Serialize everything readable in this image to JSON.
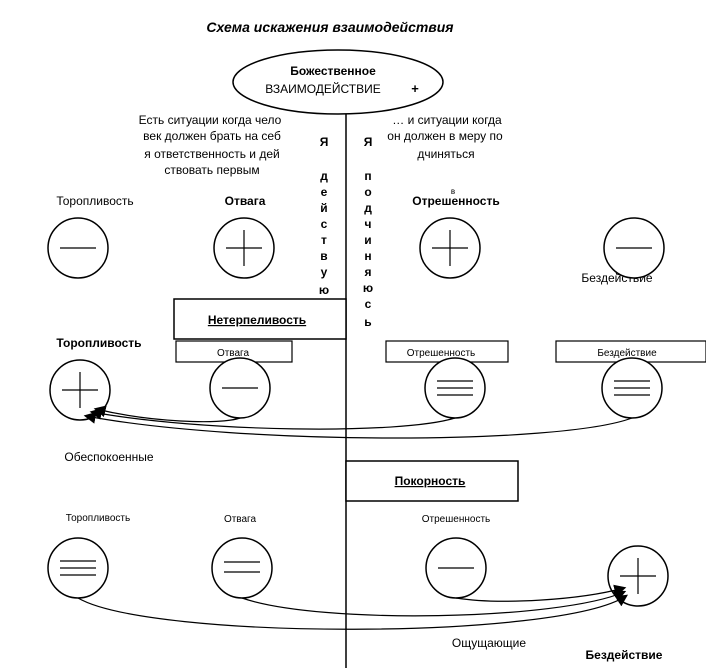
{
  "title": "Схема искажения взаимодействия",
  "top_node": {
    "line1": "Божественное",
    "line2": "ВЗАИМОДЕЙСТВИЕ",
    "sign": "+"
  },
  "left_note": [
    "Есть ситуации когда чело",
    "век должен брать на себ",
    "я ответственность и дей",
    "ствовать первым"
  ],
  "right_note": [
    "… и ситуации когда",
    "он должен в меру по",
    "дчиняться"
  ],
  "vertical_left": [
    "Я",
    "",
    "д",
    "е",
    "й",
    "с",
    "т",
    "в",
    "у",
    "ю"
  ],
  "vertical_right": [
    "Я",
    "",
    "п",
    "о",
    "д",
    "ч",
    "и",
    "н",
    "я",
    "ю",
    "с",
    "ь"
  ],
  "row1": {
    "haste": "Торопливость",
    "courage": "Отвага",
    "detach_small": "в",
    "detach": "Отрешенность",
    "inaction": "Бездействие"
  },
  "box_impatience": "Нетерпеливость",
  "row2": {
    "haste": "Торопливость",
    "courage": "Отвага",
    "detach": "Отрешенность",
    "inaction": "Бездействие"
  },
  "label_anxious": "Обеспокоенные",
  "box_obedience": "Покорность",
  "row3": {
    "haste": "Торопливость",
    "courage": "Отвага",
    "detach": "Отрешенность",
    "inaction": "Бездействие"
  },
  "label_feeling": "Ощущающие"
}
